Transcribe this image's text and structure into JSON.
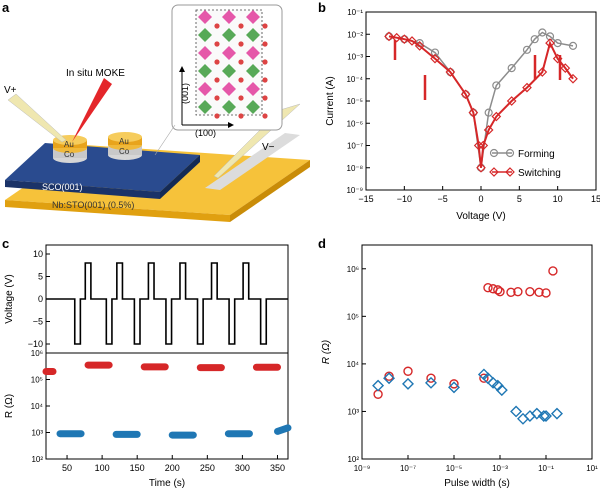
{
  "colors": {
    "switching": "#d62728",
    "forming": "#8c8c8c",
    "high": "#d62728",
    "low": "#1f77b4",
    "substrate": "#f2b51c",
    "film": "#1f3d7a"
  },
  "panel_a": {
    "panel_label": "a",
    "moke_label": "In situ MOKE",
    "vplus": "V+",
    "vminus": "V−",
    "au1": "Au",
    "co1": "Co",
    "au2": "Au",
    "co2": "Co",
    "film_label": "SCO(001)",
    "substrate_label": "Nb:STO(001) (0.5%)",
    "axis_001": "(001)",
    "axis_100": "(100)"
  },
  "chart_data": [
    {
      "panel_label": "b",
      "type": "line",
      "xlabel": "Voltage (V)",
      "ylabel": "Current (A)",
      "xlim": [
        -15,
        15
      ],
      "xticks": [
        "−15",
        "−10",
        "−5",
        "0",
        "5",
        "10",
        "15"
      ],
      "ylim_log10": [
        -9,
        -1
      ],
      "yticks": [
        "10⁻¹",
        "10⁻²",
        "10⁻³",
        "10⁻⁴",
        "10⁻⁵",
        "10⁻⁶",
        "10⁻⁷",
        "10⁻⁸",
        "10⁻⁹"
      ],
      "scale_y": "log",
      "legend_position": "bottom-right",
      "series": [
        {
          "name": "Forming",
          "x": [
            -12,
            -10,
            -8,
            -6,
            -4,
            -2,
            -1,
            0,
            1,
            2,
            4,
            6,
            7,
            8,
            9,
            10,
            12
          ],
          "y": [
            0.008,
            0.006,
            0.004,
            0.0015,
            0.0002,
            2e-05,
            3e-06,
            1e-08,
            3e-06,
            5e-05,
            0.0003,
            0.002,
            0.006,
            0.012,
            0.008,
            0.004,
            0.003
          ]
        },
        {
          "name": "Switching",
          "x": [
            -12,
            -11,
            -10,
            -9,
            -8,
            -6,
            -4,
            -2,
            -1,
            -0.3,
            0,
            0.3,
            1,
            2,
            4,
            6,
            8,
            9,
            10,
            11,
            12
          ],
          "y": [
            0.008,
            0.007,
            0.006,
            0.005,
            0.003,
            0.0008,
            0.0002,
            2e-05,
            3e-06,
            1e-07,
            1e-08,
            1e-07,
            5e-07,
            2e-06,
            1e-05,
            4e-05,
            0.0002,
            0.004,
            0.0008,
            0.0003,
            0.0001
          ]
        }
      ]
    },
    {
      "panel_label": "c",
      "type": "line",
      "xlabel": "Time (s)",
      "xticks": [
        "50",
        "100",
        "150",
        "200",
        "250",
        "300",
        "350"
      ],
      "xlim": [
        20,
        365
      ],
      "top": {
        "ylabel": "Voltage (V)",
        "ylim": [
          -12,
          12
        ],
        "yticks": [
          "10",
          "5",
          "0",
          "−5",
          "−10"
        ],
        "pulses_up": [
          80,
          125,
          170,
          215,
          260,
          305
        ],
        "pulses_down": [
          65,
          110,
          150,
          195,
          240,
          285,
          330
        ],
        "pulse_high": 8,
        "pulse_low": -10
      },
      "bottom": {
        "ylabel": "R (Ω)",
        "scale_y": "log",
        "ylim_log10": [
          2,
          6
        ],
        "yticks": [
          "10⁶",
          "10⁵",
          "10⁴",
          "10³",
          "10²"
        ],
        "series": [
          {
            "name": "",
            "x": [
              20,
              30,
              80,
              110,
              160,
              190,
              240,
              270,
              320,
              350
            ],
            "y": [
              200000,
              200000,
              350000,
              350000,
              300000,
              300000,
              280000,
              280000,
              290000,
              290000
            ]
          },
          {
            "name": "",
            "x": [
              40,
              70,
              120,
              150,
              200,
              230,
              280,
              310,
              350,
              365
            ],
            "y": [
              900,
              900,
              850,
              850,
              800,
              800,
              900,
              900,
              1100,
              1500
            ]
          }
        ]
      }
    },
    {
      "panel_label": "d",
      "type": "scatter",
      "xlabel": "Pulse width (s)",
      "ylabel": "R (Ω)",
      "scale_x": "log",
      "scale_y": "log",
      "xlim_log10": [
        -9,
        1
      ],
      "ylim_log10": [
        2,
        6.5
      ],
      "xticks": [
        "10⁻⁹",
        "10⁻⁷",
        "10⁻⁵",
        "10⁻³",
        "10⁻¹",
        "10¹"
      ],
      "yticks": [
        "10⁶",
        "10⁵",
        "10⁴",
        "10³",
        "10²"
      ],
      "series": [
        {
          "name": "",
          "marker": "circle",
          "x": [
            5e-09,
            1.5e-08,
            1e-07,
            1e-06,
            1e-05,
            0.0002,
            0.0003,
            0.0005,
            0.0008,
            0.001,
            0.003,
            0.006,
            0.02,
            0.05,
            0.1,
            0.2
          ],
          "y": [
            2300,
            5500,
            7000,
            5000,
            3800,
            5000,
            400000,
            380000,
            360000,
            330000,
            320000,
            330000,
            330000,
            320000,
            310000,
            900000
          ]
        },
        {
          "name": "",
          "marker": "diamond",
          "x": [
            5e-09,
            1.5e-08,
            1e-07,
            1e-06,
            1e-05,
            0.0002,
            0.0003,
            0.0005,
            0.0008,
            0.0012,
            0.005,
            0.01,
            0.02,
            0.04,
            0.08,
            0.1,
            0.3
          ],
          "y": [
            3500,
            5000,
            3800,
            4000,
            3200,
            6000,
            5000,
            4000,
            3500,
            2800,
            1000,
            700,
            800,
            900,
            800,
            800,
            900
          ]
        }
      ]
    }
  ]
}
